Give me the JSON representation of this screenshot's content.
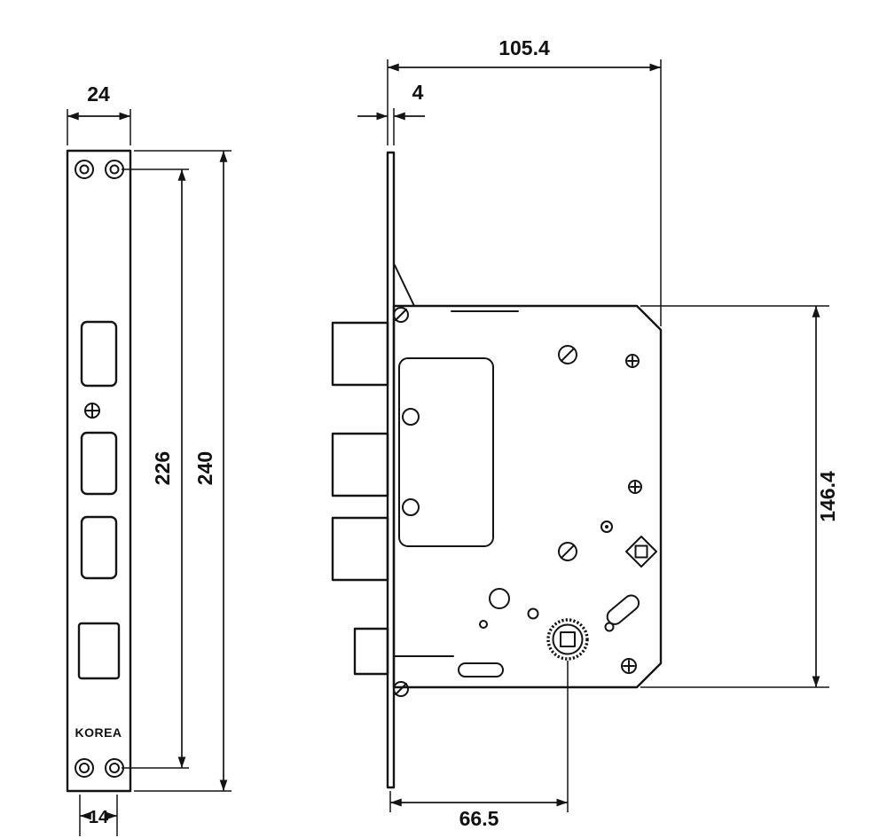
{
  "brand": "KOREA",
  "dims": {
    "front_width": "24",
    "front_hole_span": "226",
    "front_height": "240",
    "front_bottom_span": "14",
    "body_width": "105.4",
    "plate_thickness": "4",
    "body_height": "146.4",
    "spindle_offset": "66.5"
  }
}
